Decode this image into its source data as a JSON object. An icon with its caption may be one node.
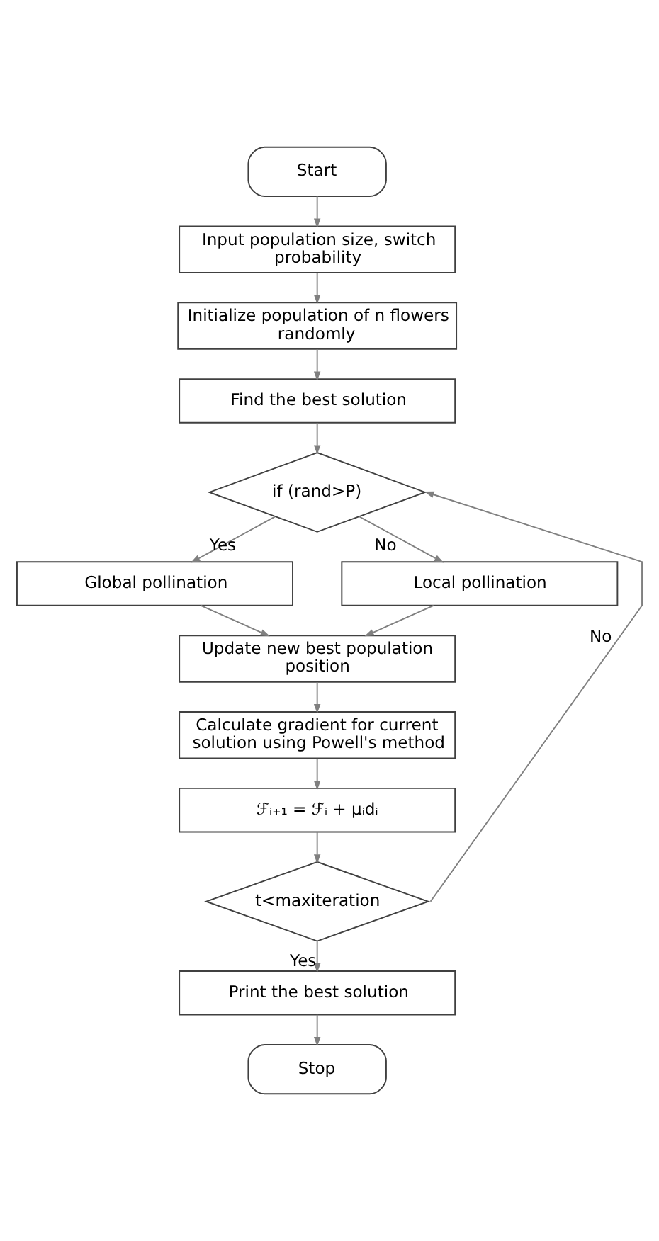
{
  "diagram": {
    "nodes": [
      {
        "text": [
          "Start"
        ]
      },
      {
        "text": [
          "Input population size, switch probability"
        ]
      },
      {
        "text": [
          "Initialize population of n flowers randomly"
        ]
      },
      {
        "text": [
          "Find the best solution"
        ]
      },
      {
        "text": [
          "if (rand>P)"
        ]
      },
      {
        "text": [
          "Global pollination"
        ]
      },
      {
        "text": [
          "Local pollination"
        ]
      },
      {
        "text": [
          "Update new best population position"
        ]
      },
      {
        "text": [
          "Calculate gradient for current solution using Powell's method"
        ]
      },
      {
        "text": [
          "ℱᵢ₊₁ = ℱᵢ + μᵢdᵢ"
        ]
      },
      {
        "text": [
          "t<maxiteration"
        ]
      },
      {
        "text": [
          "Print the best solution"
        ]
      },
      {
        "text": [
          "Stop"
        ]
      }
    ],
    "edges": [
      {
        "from": 0,
        "to": 1,
        "arrow": "to"
      },
      {
        "from": 1,
        "to": 2,
        "arrow": "to"
      },
      {
        "from": 2,
        "to": 3,
        "arrow": "to"
      },
      {
        "from": 3,
        "to": 4,
        "arrow": "to"
      },
      {
        "from": 4,
        "to": 5,
        "arrow": "to",
        "label": "Yes"
      },
      {
        "from": 4,
        "to": 6,
        "arrow": "to",
        "label": "No"
      },
      {
        "from": 5,
        "to": 7,
        "arrow": "to"
      },
      {
        "from": 6,
        "to": 7,
        "arrow": "to"
      },
      {
        "from": 7,
        "to": 8,
        "arrow": "to"
      },
      {
        "from": 8,
        "to": 9,
        "arrow": "to"
      },
      {
        "from": 9,
        "to": 10,
        "arrow": "to"
      },
      {
        "from": 10,
        "to": 11,
        "arrow": "to",
        "label": "Yes"
      },
      {
        "from": 11,
        "to": 12,
        "arrow": "to"
      },
      {
        "from": 10,
        "to": 4,
        "arrow": "to",
        "label": "No"
      }
    ]
  }
}
